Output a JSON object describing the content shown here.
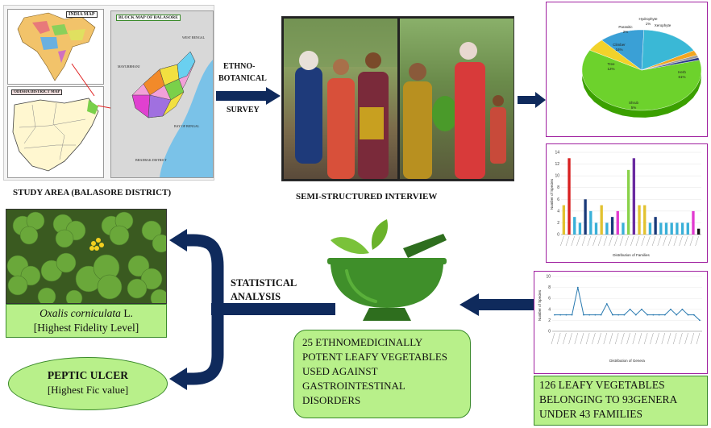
{
  "maps": {
    "india_map_label": "INDIA MAP",
    "odisha_map_label": "ODISHA DISTRICT MAP",
    "block_map_label": "BLOCK MAP OF BALASORE",
    "region_labels": [
      "WEST BENGAL",
      "MAYURBHANJ",
      "BAY OF BENGAL",
      "BHADRAK DISTRICT"
    ]
  },
  "study_area_label": "STUDY AREA (BALASORE DISTRICT)",
  "survey_label_1": "ETHNO-",
  "survey_label_2": "BOTANICAL",
  "survey_label_3": "SURVEY",
  "interview_label": "SEMI-STRUCTURED INTERVIEW",
  "statistical_label_1": "STATISTICAL",
  "statistical_label_2": "ANALYSIS",
  "oxalis_species": "Oxalis corniculata",
  "oxalis_author": " L.",
  "oxalis_fidelity": "[Highest Fidelity Level]",
  "peptic_title": "PEPTIC ULCER",
  "peptic_sub": "[Highest Fic value]",
  "potent_text": [
    "25 ETHNOMEDICINALLY",
    "POTENT LEAFY VEGETABLES",
    "USED AGAINST",
    "GASTROINTESTINAL",
    "DISORDERS"
  ],
  "summary_text": [
    "126 LEAFY VEGETABLES",
    "BELONGING TO 93GENERA",
    "UNDER 43 FAMILIES"
  ],
  "colors": {
    "arrow_navy": "#0f2a5c",
    "green_box": "#b8f08a",
    "panel_border": "#a020a0",
    "bowl_green": "#3f8f2a"
  },
  "chart_data": [
    {
      "type": "pie",
      "labels": [
        "Herb",
        "Shrub",
        "Tree",
        "Climber",
        "Parasitic",
        "Hydrophyte",
        "Xerophyte"
      ],
      "values": [
        61,
        5,
        12,
        16,
        2,
        1,
        1
      ],
      "value_labels": [
        "Herb\n61%",
        "Shrub\n5%",
        "Tree\n12%",
        "Climber\n16%",
        "Parasitic\n2%",
        "Hydrophyte\n1%",
        "Xerophyte"
      ],
      "colors": [
        "#6dd22c",
        "#f2d22a",
        "#3aa0d6",
        "#3ab8d6",
        "#f2a622",
        "#9a9a9a",
        "#2a3a8a"
      ]
    },
    {
      "type": "bar",
      "ylabel": "Number of Species",
      "xlabel": "Distribution of Families",
      "ylim": [
        0,
        14
      ],
      "values": [
        5,
        13,
        3,
        2,
        6,
        4,
        2,
        5,
        2,
        3,
        4,
        2,
        11,
        13,
        5,
        5,
        2,
        3,
        2,
        2,
        2,
        2,
        2,
        2,
        4,
        1
      ],
      "colors": [
        "#e2c230",
        "#d82020",
        "#3ab0d8",
        "#3ab0d8",
        "#1a3a7a",
        "#3ab0d8",
        "#3ab0d8",
        "#e2c230",
        "#3ab0d8",
        "#1a3a7a",
        "#e23ad0",
        "#3ab0d8",
        "#8ad24a",
        "#6a2aa0",
        "#e2c230",
        "#e2c230",
        "#3ab0d8",
        "#1a3a7a",
        "#3ab0d8",
        "#3ab0d8",
        "#3ab0d8",
        "#3ab0d8",
        "#3ab0d8",
        "#3ab0d8",
        "#e23ad0",
        "#111111"
      ]
    },
    {
      "type": "line",
      "ylabel": "Number of Species",
      "xlabel": "Distribution of Genera",
      "ylim": [
        0,
        10
      ],
      "values": [
        3,
        3,
        3,
        3,
        8,
        3,
        3,
        3,
        3,
        5,
        3,
        3,
        3,
        4,
        3,
        4,
        3,
        3,
        3,
        3,
        4,
        3,
        4,
        3,
        3,
        2
      ],
      "color": "#2a7ab0"
    }
  ]
}
